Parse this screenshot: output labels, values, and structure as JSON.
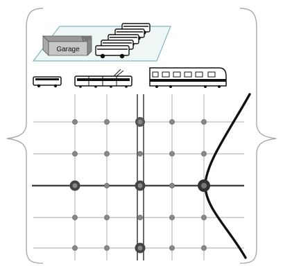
{
  "garage": {
    "label": "Garage"
  },
  "vehicles": {
    "types": [
      "bus-icon",
      "tram-icon",
      "train-icon"
    ]
  },
  "network": {
    "highlight_lines": [
      "vertical-trunk",
      "horizontal-trunk"
    ],
    "major_stops": 5,
    "has_curved_route": true
  },
  "colors": {
    "grid": "#bbbbbb",
    "trunk": "#444444",
    "stop": "#888888",
    "major_stop": "#333333",
    "curve": "#111111",
    "lot_outline": "#7fb8b8",
    "lot_fill": "#eef6f6",
    "brace": "#aaaaaa"
  }
}
